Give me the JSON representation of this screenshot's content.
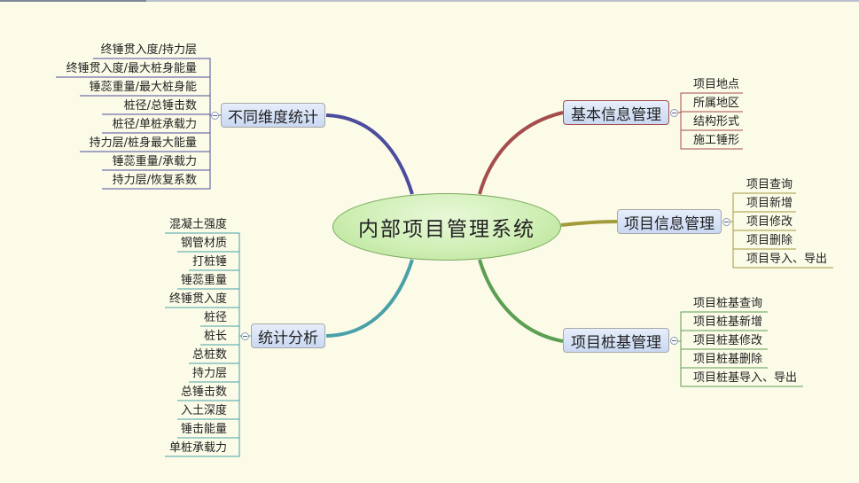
{
  "central_topic": "内部项目管理系统",
  "branches": {
    "basic_info": {
      "label": "基本信息管理",
      "items": [
        "项目地点",
        "所属地区",
        "结构形式",
        "施工锤形"
      ]
    },
    "project_info": {
      "label": "项目信息管理",
      "items": [
        "项目查询",
        "项目新增",
        "项目修改",
        "项目删除",
        "项目导入、导出"
      ]
    },
    "pile_mgmt": {
      "label": "项目桩基管理",
      "items": [
        "项目桩基查询",
        "项目桩基新增",
        "项目桩基修改",
        "项目桩基删除",
        "项目桩基导入、导出"
      ]
    },
    "dim_stats": {
      "label": "不同维度统计",
      "items": [
        "终锤贯入度/持力层",
        "终锤贯入度/最大桩身能量",
        "锤蕊重量/最大桩身能",
        "桩径/总锤击数",
        "桩径/单桩承载力",
        "持力层/桩身最大能量",
        "锤蕊重量/承载力",
        "持力层/恢复系数"
      ]
    },
    "stat_analysis": {
      "label": "统计分析",
      "items": [
        "混凝土强度",
        "钢管材质",
        "打桩锤",
        "锤蕊重量",
        "终锤贯入度",
        "桩径",
        "桩长",
        "总桩数",
        "持力层",
        "总锤击数",
        "入土深度",
        "锤击能量",
        "单桩承载力"
      ]
    }
  },
  "colors": {
    "basic_info": "#a54d4d",
    "project_info": "#a39a3c",
    "pile_mgmt": "#5c9e52",
    "dim_stats": "#4c4c9e",
    "stat_analysis": "#4aa0a8"
  }
}
